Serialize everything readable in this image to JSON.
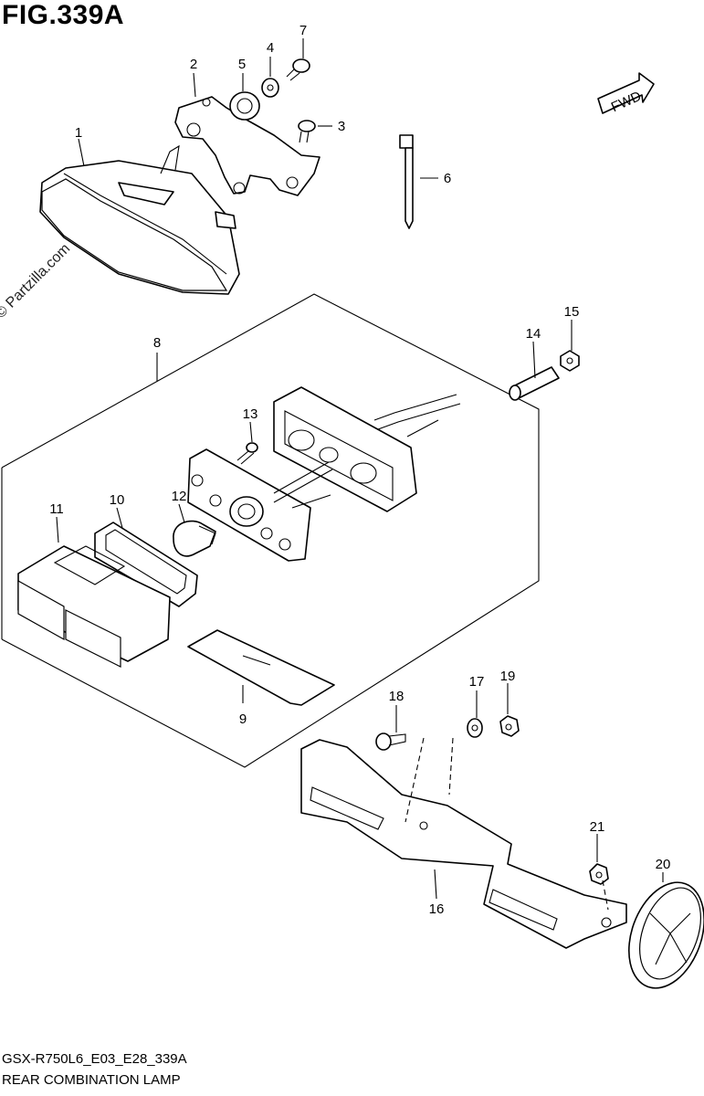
{
  "figure": {
    "title": "FIG.339A",
    "code": "GSX-R750L6_E03_E28_339A",
    "name": "REAR COMBINATION LAMP",
    "watermark": "© Partzilla.com",
    "fwd_label": "FWD"
  },
  "callouts": [
    "1",
    "2",
    "3",
    "4",
    "5",
    "6",
    "7",
    "8",
    "9",
    "10",
    "11",
    "12",
    "13",
    "14",
    "15",
    "16",
    "17",
    "18",
    "19",
    "20",
    "21"
  ]
}
